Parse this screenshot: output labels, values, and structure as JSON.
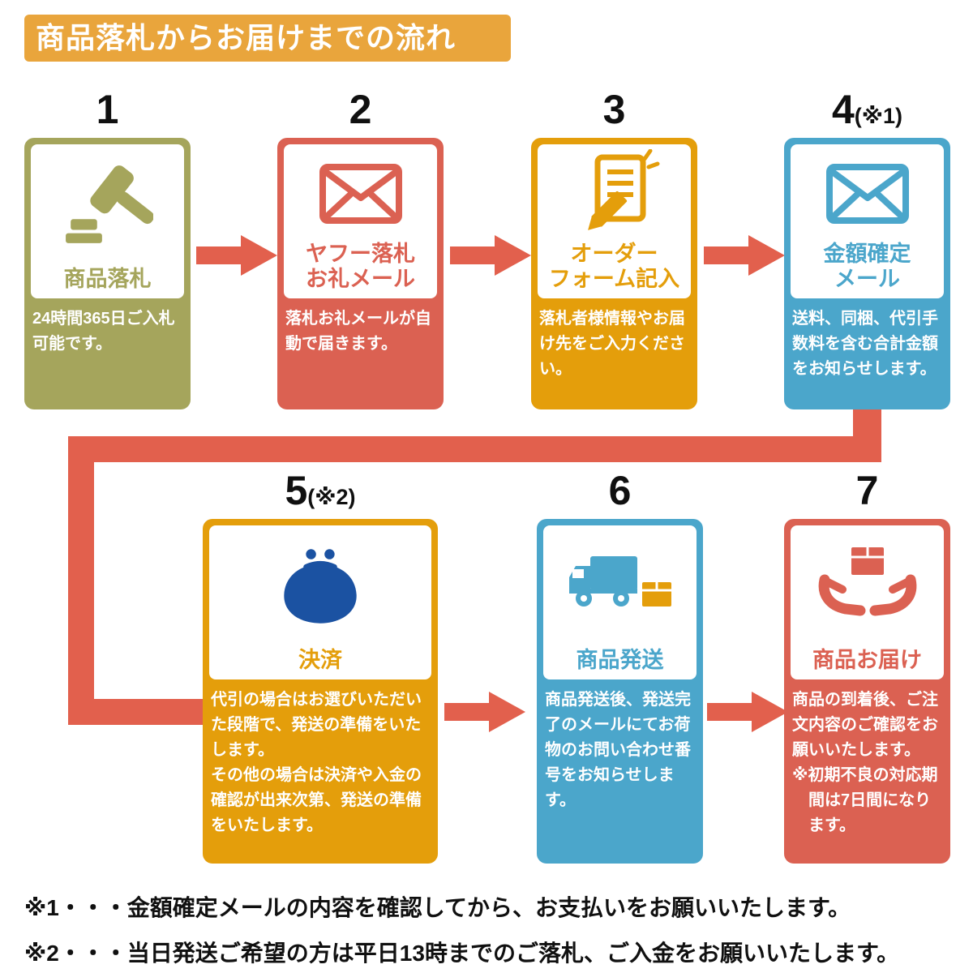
{
  "title_banner": "商品落札からお届けまでの流れ",
  "colors": {
    "banner": "#E9A53C",
    "arrow": "#E2604D",
    "text": "#101010",
    "purse_navy": "#1B52A2",
    "box_orange": "#E49E0B",
    "white": "#FFFFFF"
  },
  "steps": [
    {
      "number": "1",
      "number_note": "",
      "title": "商品落札",
      "title2": "",
      "desc1": "24時間365日ご入札可能です。",
      "desc2": "",
      "icon": "gavel-icon",
      "color": "#A5A55C"
    },
    {
      "number": "2",
      "number_note": "",
      "title": "ヤフー落札",
      "title2": "お礼メール",
      "desc1": "落札お礼メールが自動で届きます。",
      "desc2": "",
      "icon": "mail-icon",
      "color": "#DB6152"
    },
    {
      "number": "3",
      "number_note": "",
      "title": "オーダー",
      "title2": "フォーム記入",
      "desc1": "落札者様情報やお届け先をご入力ください。",
      "desc2": "",
      "icon": "order-form-icon",
      "color": "#E49E0B"
    },
    {
      "number": "4",
      "number_note": "(※1)",
      "title": "金額確定",
      "title2": "メール",
      "desc1": "送料、同梱、代引手数料を含む合計金額をお知らせします。",
      "desc2": "",
      "icon": "mail-icon",
      "color": "#4BA6CB"
    },
    {
      "number": "5",
      "number_note": "(※2)",
      "title": "決済",
      "title2": "",
      "desc1": "代引の場合はお選びいただいた段階で、発送の準備をいたします。",
      "desc2": "その他の場合は決済や入金の確認が出来次第、発送の準備をいたします。",
      "icon": "purse-icon",
      "color": "#E49E0B",
      "icon_color": "#1B52A2"
    },
    {
      "number": "6",
      "number_note": "",
      "title": "商品発送",
      "title2": "",
      "desc1": "商品発送後、発送完了のメールにてお荷物のお問い合わせ番号をお知らせします。",
      "desc2": "",
      "icon": "delivery-truck-icon",
      "color": "#4BA6CB"
    },
    {
      "number": "7",
      "number_note": "",
      "title": "商品お届け",
      "title2": "",
      "desc1": "商品の到着後、ご注文内容のご確認をお願いいたします。",
      "desc2": "※初期不良の対応期間は7日間になります。",
      "icon": "hands-package-icon",
      "color": "#DB6152"
    }
  ],
  "footnotes": [
    "※1・・・金額確定メールの内容を確認してから、お支払いをお願いいたします。",
    "※2・・・当日発送ご希望の方は平日13時までのご落札、ご入金をお願いいたします。"
  ]
}
